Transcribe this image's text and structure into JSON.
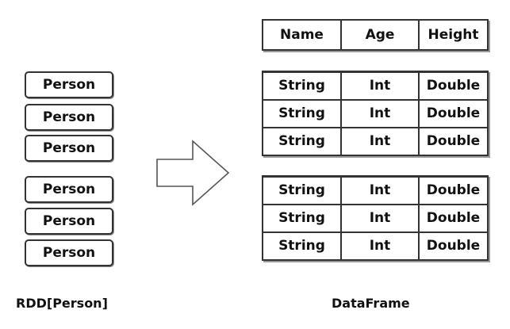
{
  "rdd": {
    "items": [
      "Person",
      "Person",
      "Person",
      "Person",
      "Person",
      "Person"
    ],
    "caption": "RDD[Person]"
  },
  "dataframe": {
    "headers": [
      "Name",
      "Age",
      "Height"
    ],
    "rows": [
      [
        "String",
        "Int",
        "Double"
      ],
      [
        "String",
        "Int",
        "Double"
      ],
      [
        "String",
        "Int",
        "Double"
      ],
      [
        "String",
        "Int",
        "Double"
      ],
      [
        "String",
        "Int",
        "Double"
      ],
      [
        "String",
        "Int",
        "Double"
      ]
    ],
    "caption": "DataFrame"
  },
  "icons": {
    "arrow": "right-arrow-icon"
  },
  "colors": {
    "stroke": "#333333",
    "background": "#ffffff",
    "shadow": "#9a9a9a"
  }
}
